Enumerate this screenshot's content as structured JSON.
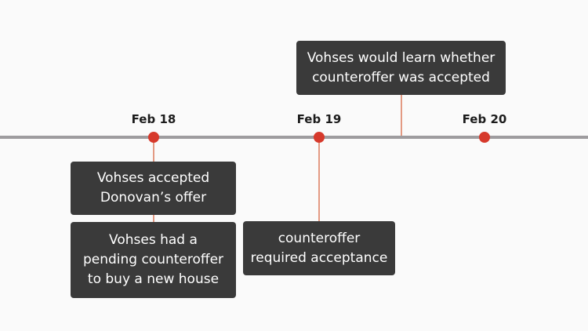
{
  "timeline": {
    "dates": [
      {
        "label": "Feb 18"
      },
      {
        "label": "Feb 19"
      },
      {
        "label": "Feb 20"
      }
    ],
    "events": [
      {
        "text": "Vohses would learn whether\ncounteroffer was accepted"
      },
      {
        "text": "Vohses accepted\nDonovan’s offer"
      },
      {
        "text": "Vohses had a\npending counteroffer\nto buy a new house"
      },
      {
        "text": "counteroffer\nrequired acceptance"
      }
    ]
  },
  "colors": {
    "axis": "#9e9c9f",
    "marker": "#d6392b",
    "connector": "#e39a83",
    "box": "#3a3a3a",
    "background": "#fafafa"
  }
}
